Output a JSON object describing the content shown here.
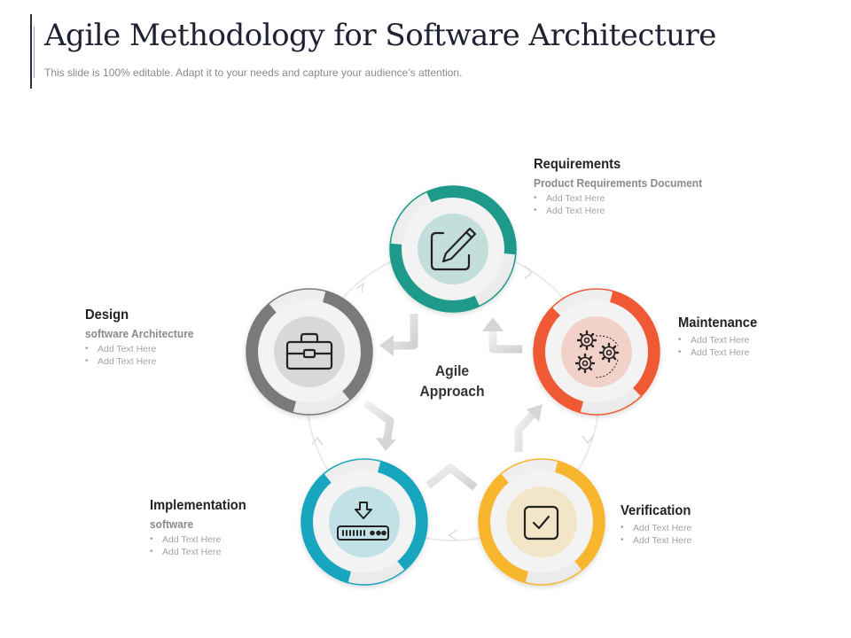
{
  "title": "Agile Methodology for Software Architecture",
  "subtitle": "This slide is 100% editable. Adapt it to your needs and capture your audience’s attention.",
  "center": {
    "line1": "Agile",
    "line2": "Approach"
  },
  "stages": [
    {
      "id": "requirements",
      "title": "Requirements",
      "subtitle": "Product Requirements Document",
      "bullets": [
        "Add Text Here",
        "Add Text Here"
      ],
      "color": "#1e9a8a",
      "icon": "edit-icon"
    },
    {
      "id": "maintenance",
      "title": "Maintenance",
      "subtitle": "",
      "bullets": [
        "Add Text Here",
        "Add Text Here"
      ],
      "color": "#ef5a34",
      "icon": "gears-icon"
    },
    {
      "id": "verification",
      "title": "Verification",
      "subtitle": "",
      "bullets": [
        "Add Text Here",
        "Add Text Here"
      ],
      "color": "#f8b52e",
      "icon": "checkbox-icon"
    },
    {
      "id": "implementation",
      "title": "Implementation",
      "subtitle": "software",
      "bullets": [
        "Add Text Here",
        "Add Text Here"
      ],
      "color": "#17a6bd",
      "icon": "server-download-icon"
    },
    {
      "id": "design",
      "title": "Design",
      "subtitle": "software Architecture",
      "bullets": [
        "Add Text Here",
        "Add Text Here"
      ],
      "color": "#7a7a7a",
      "icon": "briefcase-icon"
    }
  ]
}
